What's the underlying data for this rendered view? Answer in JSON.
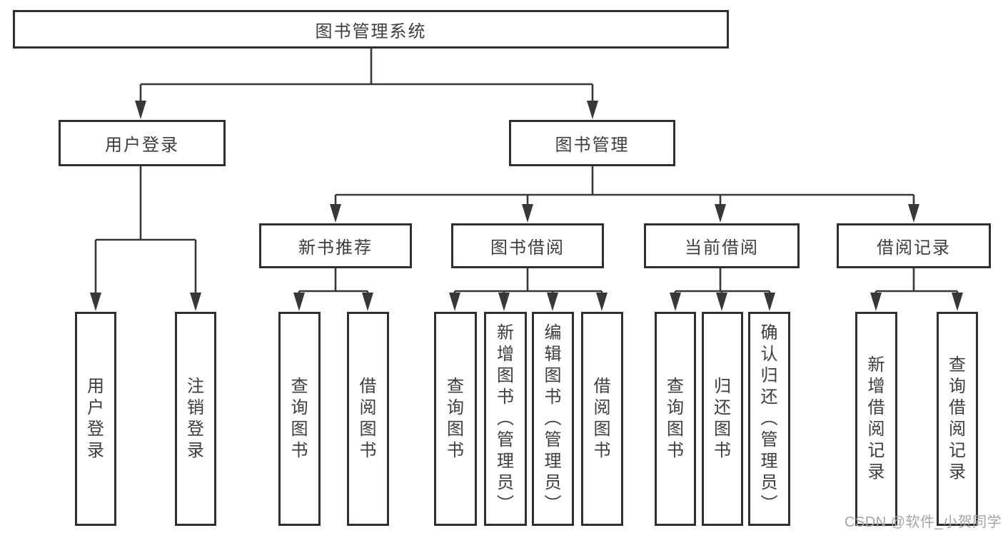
{
  "diagram": {
    "title": "图书管理系统",
    "nodes": {
      "root": "图书管理系统",
      "level2": [
        "用户登录",
        "图书管理"
      ],
      "level3": [
        "新书推荐",
        "图书借阅",
        "当前借阅",
        "借阅记录"
      ],
      "leaves_user": [
        "用户登录",
        "注销登录"
      ],
      "leaves_recommend": [
        "查询图书",
        "借阅图书"
      ],
      "leaves_borrow": [
        "查询图书",
        "新增图书（管理员）",
        "编辑图书（管理员）",
        "借阅图书"
      ],
      "leaves_current": [
        "查询图书",
        "归还图书",
        "确认归还（管理员）"
      ],
      "leaves_records": [
        "新增借阅记录",
        "查询借阅记录"
      ]
    },
    "watermark": "CSDN @软件_小贺同学",
    "colors": {
      "line": "#383838",
      "box_border": "#2f2f2f",
      "text": "#3d3d3d",
      "watermark": "#a5a5a5",
      "background": "#ffffff"
    }
  }
}
